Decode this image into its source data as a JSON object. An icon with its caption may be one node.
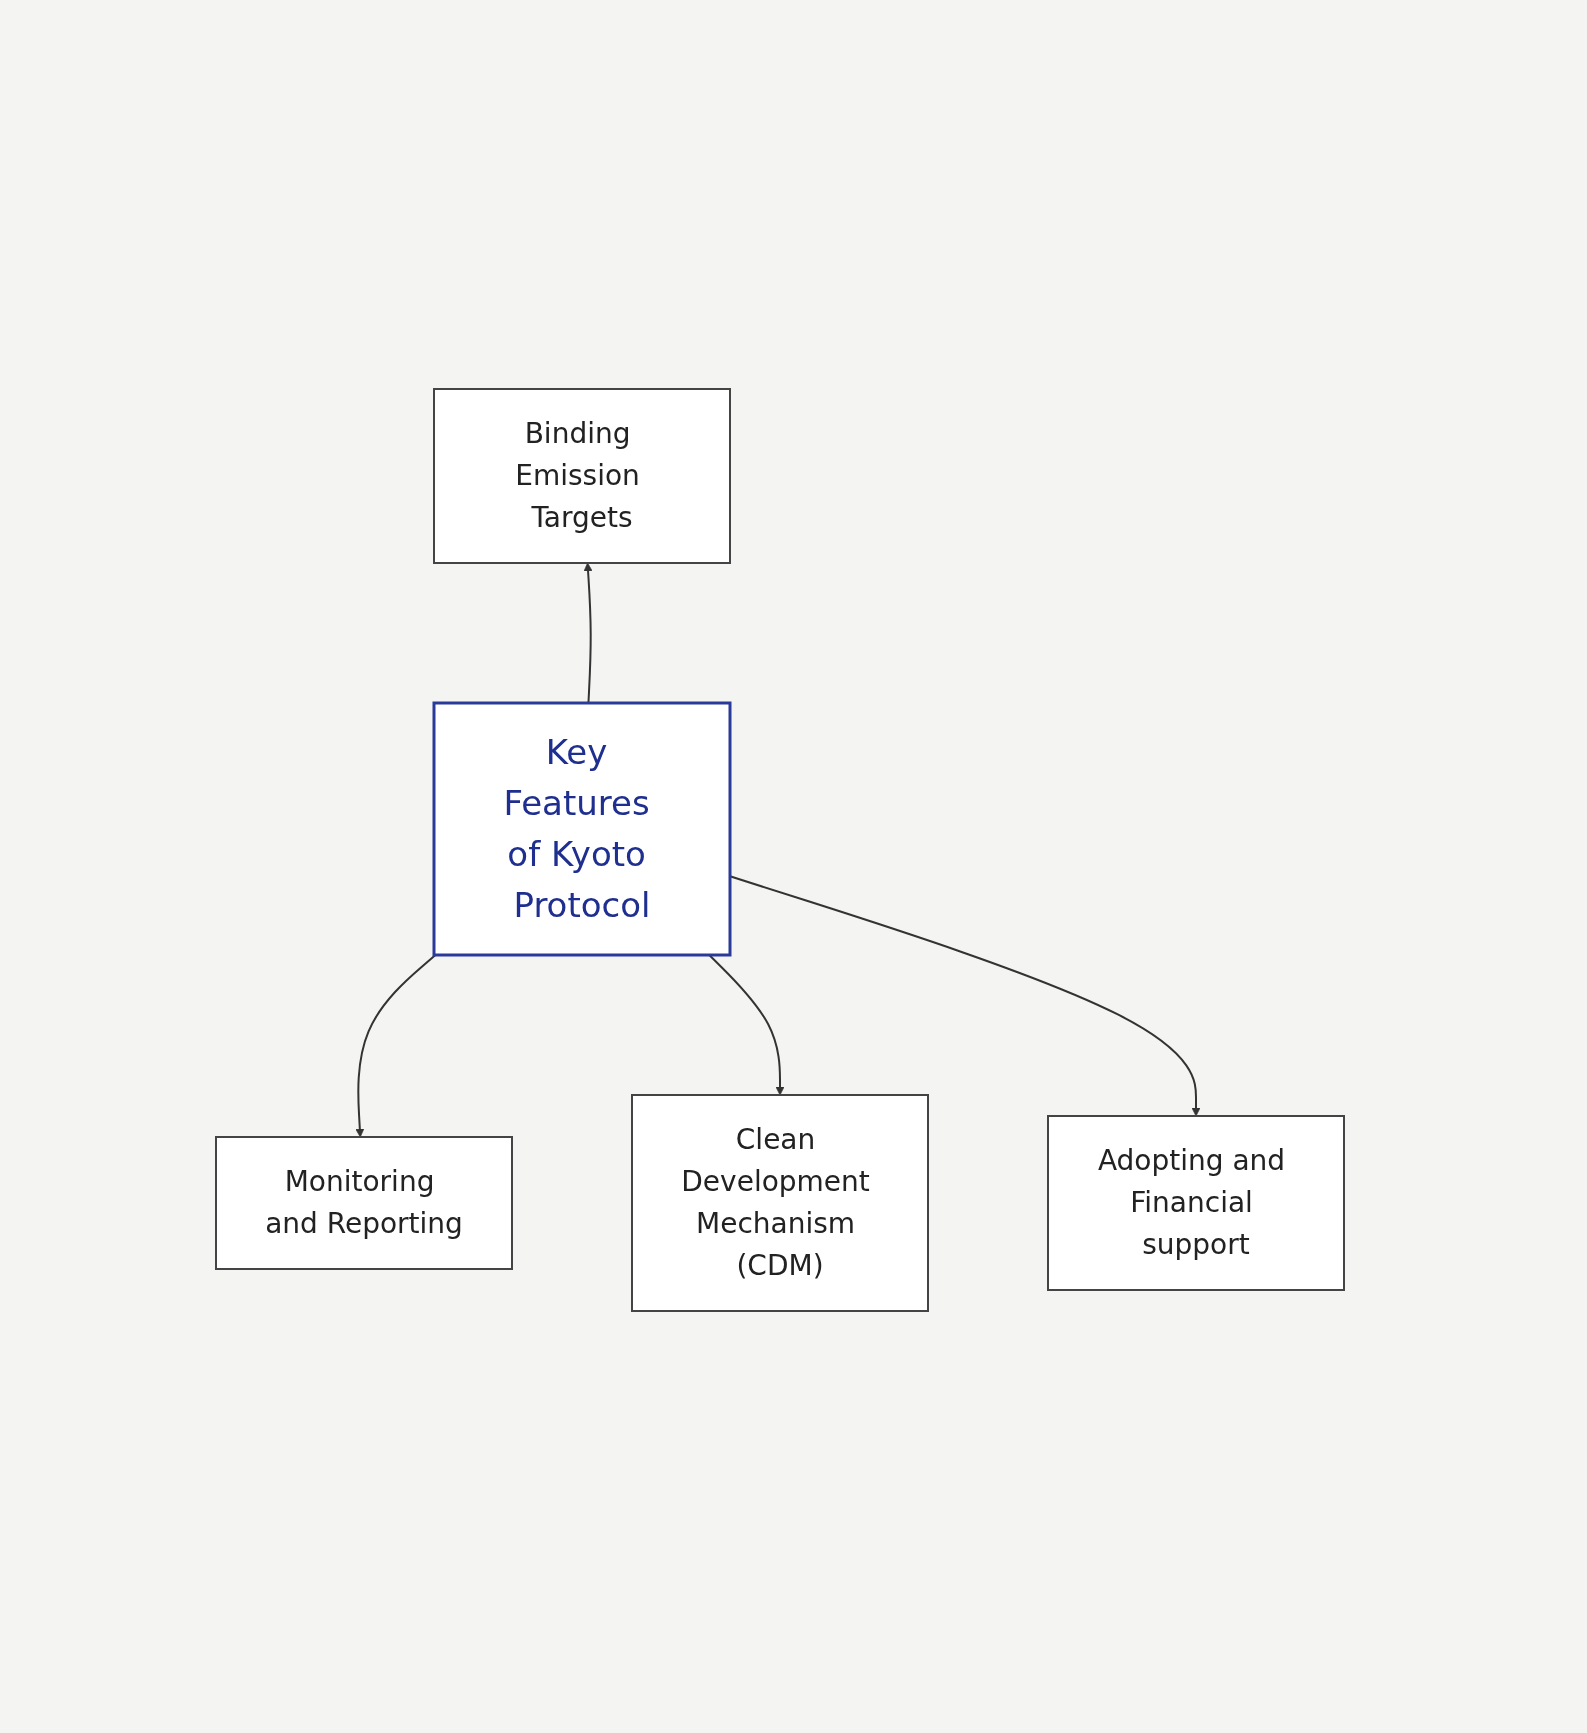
{
  "diagram": {
    "nodes": [
      {
        "text": [
          "Binding Emission Targets"
        ]
      },
      {
        "text": [
          "Monitoring and Reporting"
        ]
      },
      {
        "text": [
          "Key Features of Kyoto Protocol"
        ]
      },
      {
        "text": [
          "Adopting and Financial support"
        ]
      },
      {
        "text": [
          "Clean Development Mechanism (CDM)"
        ]
      }
    ],
    "edges": [
      {
        "from": 2,
        "to": 0,
        "arrow": "to"
      },
      {
        "from": 2,
        "to": 1,
        "arrow": "to"
      },
      {
        "from": 2,
        "to": 4,
        "arrow": "to"
      },
      {
        "from": 2,
        "to": 3,
        "arrow": "to"
      }
    ]
  }
}
